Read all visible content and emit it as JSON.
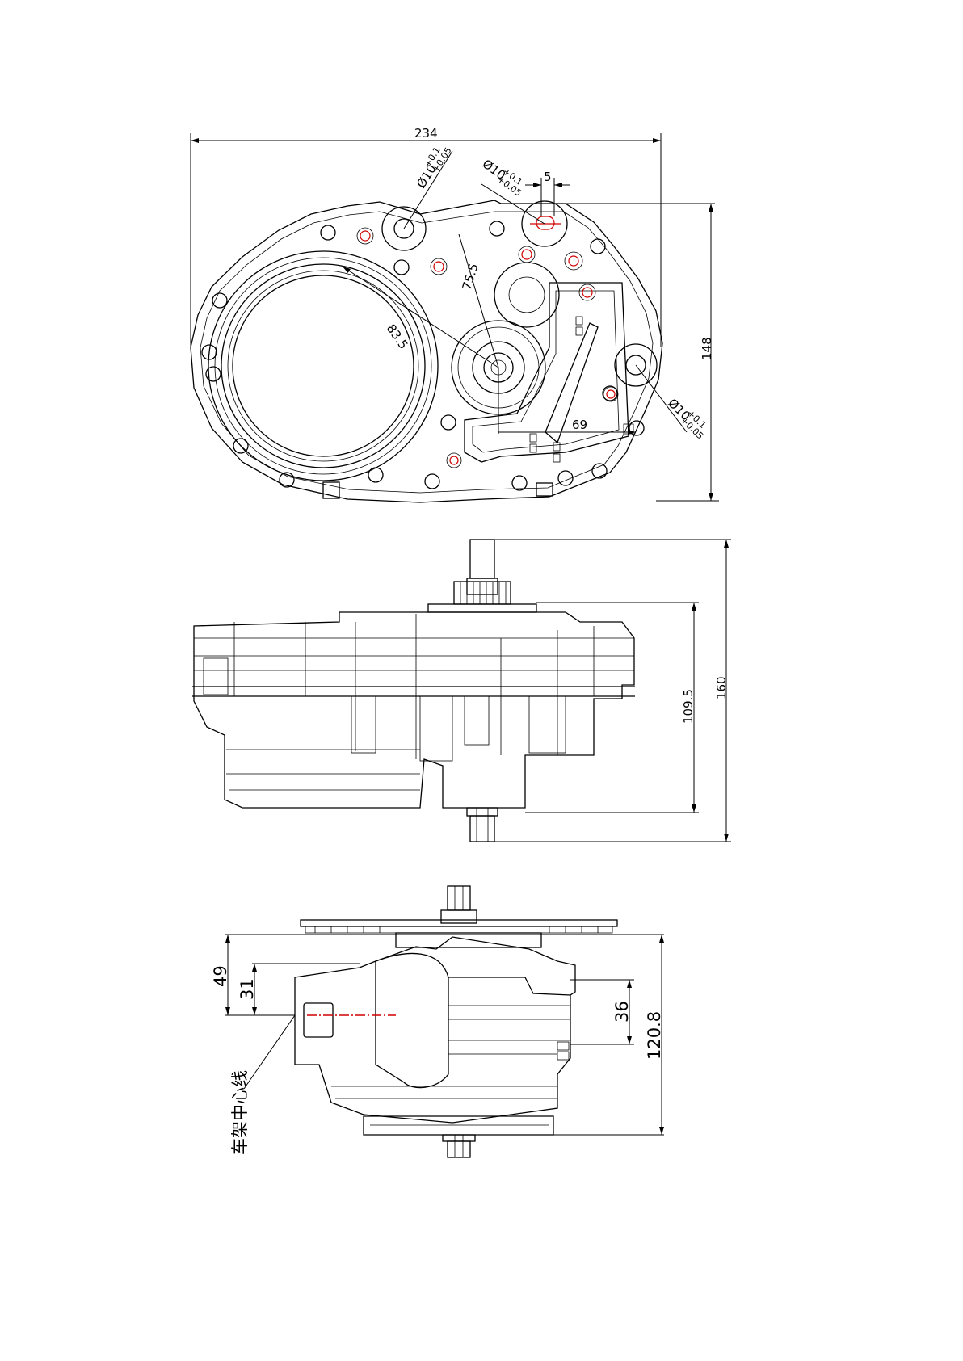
{
  "top_view": {
    "dim_width": "234",
    "dim_height": "148",
    "dim_hole_a": "Ø10",
    "dim_hole_a_tol_upper": "+0.1",
    "dim_hole_a_tol_lower": "+0.05",
    "dim_hole_b": "Ø10",
    "dim_hole_b_tol_upper": "+0.1",
    "dim_hole_b_tol_lower": "+0.05",
    "dim_hole_c": "Ø10",
    "dim_hole_c_tol_upper": "+0.1",
    "dim_hole_c_tol_lower": "+0.05",
    "dim_slot": "5",
    "dim_radius_small": "75.5",
    "dim_radius_large": "83.5",
    "dim_offset": "69"
  },
  "side_view": {
    "dim_body_height": "109.5",
    "dim_total_height": "160"
  },
  "bottom_view": {
    "dim_a": "49",
    "dim_b": "31",
    "dim_c": "36",
    "dim_total": "120.8",
    "centerline_label": "车架中心线"
  }
}
